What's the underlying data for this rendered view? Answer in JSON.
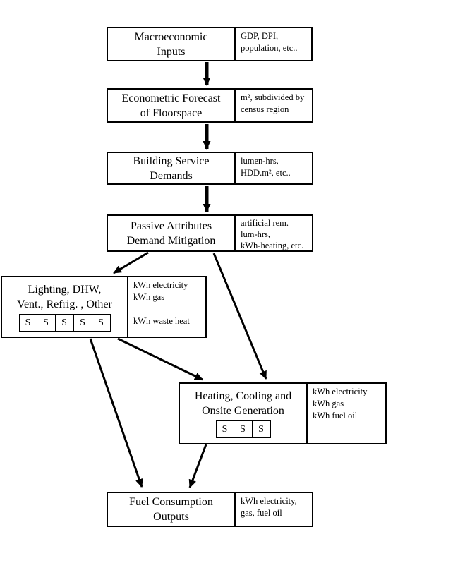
{
  "page": {
    "background": "#ffffff",
    "line_color": "#000000"
  },
  "boxes": {
    "macroeconomic": {
      "title_lines": [
        "Macroeconomic",
        "Inputs"
      ],
      "side_lines": [
        "GDP, DPI,",
        "population, etc.."
      ]
    },
    "econometric": {
      "title_lines": [
        "Econometric Forecast",
        "of Floorspace"
      ],
      "side_lines": [
        "m², subdivided by",
        "census region"
      ]
    },
    "building_service": {
      "title_lines": [
        "Building Service",
        "Demands"
      ],
      "side_lines": [
        "lumen-hrs,",
        "HDD.m², etc.."
      ]
    },
    "passive_attributes": {
      "title_lines": [
        "Passive Attributes",
        "Demand Mitigation"
      ],
      "side_lines": [
        "artificial rem.",
        "lum-hrs,",
        "kWh-heating, etc."
      ]
    },
    "lighting": {
      "title_lines": [
        "Lighting, DHW,",
        "Vent., Refrig. , Other"
      ],
      "s_cells": [
        "S",
        "S",
        "S",
        "S",
        "S"
      ],
      "side_lines": [
        "kWh electricity",
        "kWh gas",
        "",
        "kWh waste heat"
      ]
    },
    "heating": {
      "title_lines": [
        "Heating, Cooling and",
        "Onsite Generation"
      ],
      "s_cells": [
        "S",
        "S",
        "S"
      ],
      "side_lines": [
        "kWh electricity",
        "kWh gas",
        "kWh fuel oil"
      ]
    },
    "fuel_outputs": {
      "title_lines": [
        "Fuel Consumption",
        "Outputs"
      ],
      "side_lines": [
        "kWh electricity,",
        "gas, fuel oil"
      ]
    }
  }
}
